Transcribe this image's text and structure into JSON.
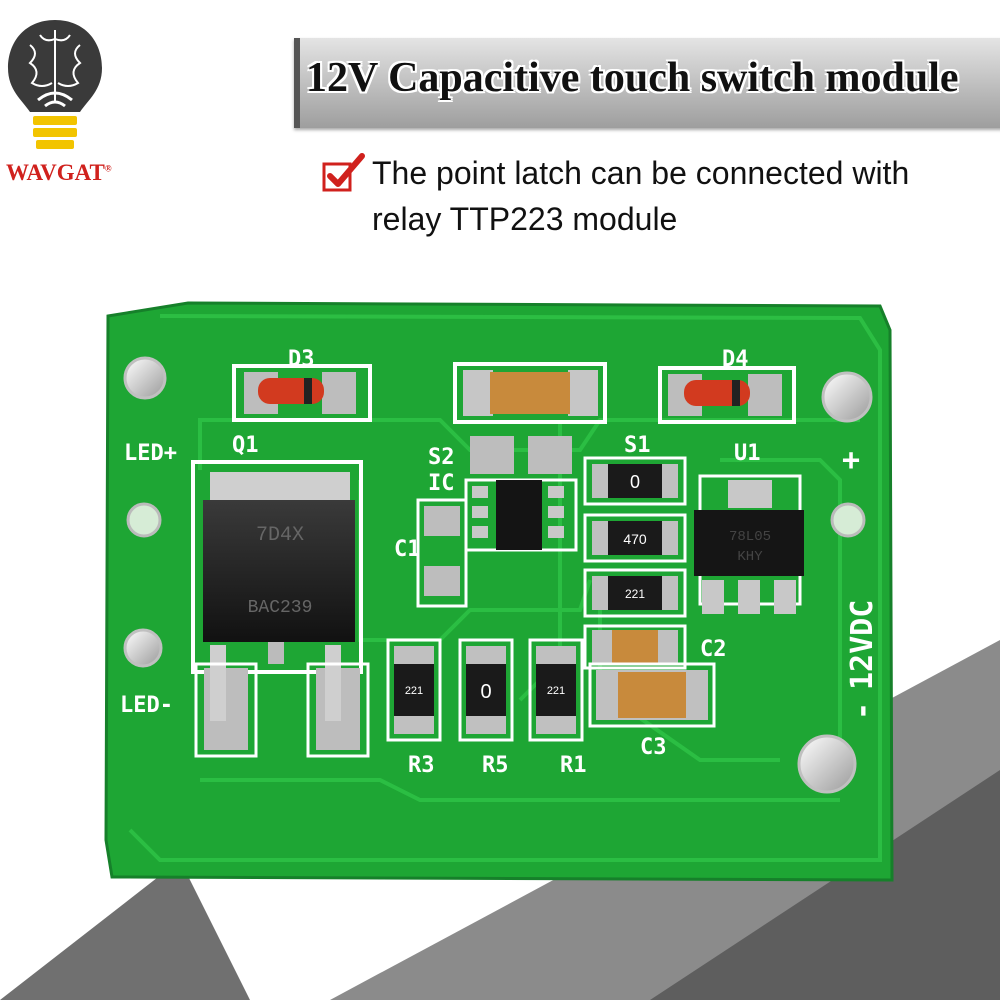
{
  "brand": {
    "name": "WAVGAT",
    "registered_mark": "®",
    "logo_icon": "brain-lightbulb-icon"
  },
  "banner": {
    "title": "12V Capacitive touch switch module"
  },
  "feature": {
    "icon": "checkmark-icon",
    "text": "The point latch can be connected with relay TTP223 module"
  },
  "board": {
    "color": "#1ea634",
    "labels": {
      "d3": "D3",
      "d4": "D4",
      "q1": "Q1",
      "u1": "U1",
      "s2": "S2",
      "s1": "S1",
      "ic": "IC",
      "c1": "C1",
      "c2": "C2",
      "c3": "C3",
      "r3": "R3",
      "r5": "R5",
      "r1": "R1",
      "led_plus": "LED+",
      "led_minus": "LED-",
      "plus": "+",
      "minus": "-",
      "voltage": "12VDC"
    },
    "resistor_codes": {
      "s1": "0",
      "mid": "470",
      "low": "221",
      "r3": "221",
      "r5": "0",
      "r1": "221"
    },
    "q1_marking": [
      "7D4X",
      "BAC239"
    ],
    "u1_marking": [
      "78L05",
      "KHY"
    ]
  }
}
